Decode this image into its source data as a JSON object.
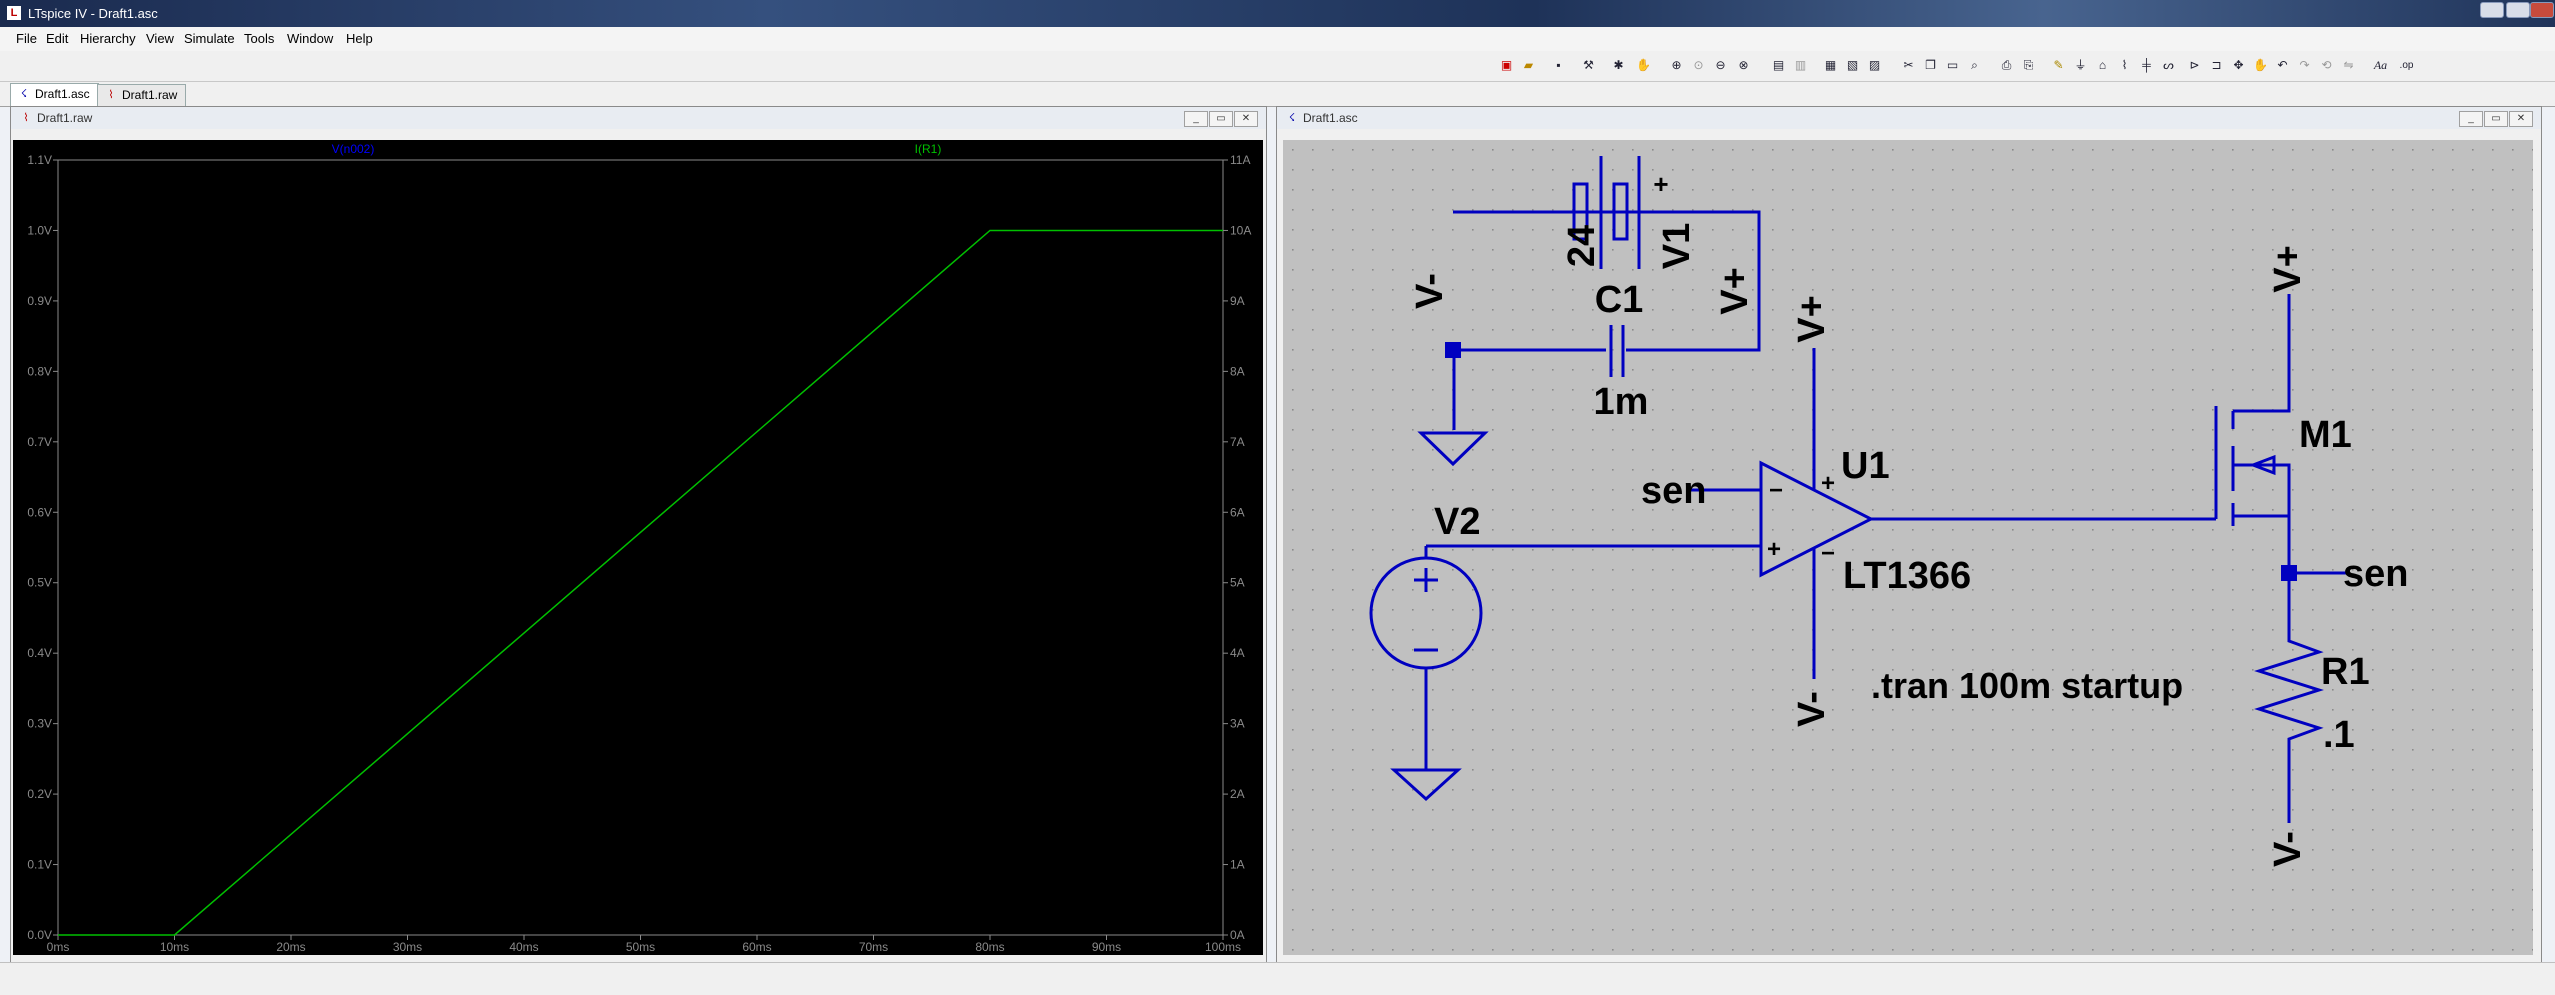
{
  "window": {
    "title": "LTspice IV - Draft1.asc",
    "app_icon": "ltspice-icon"
  },
  "menu": [
    "File",
    "Edit",
    "Hierarchy",
    "View",
    "Simulate",
    "Tools",
    "Window",
    "Help"
  ],
  "tabs": [
    {
      "label": "Draft1.asc",
      "icon": "schematic-icon",
      "active": true
    },
    {
      "label": "Draft1.raw",
      "icon": "waveform-icon",
      "active": false
    }
  ],
  "waveform_window": {
    "title": "Draft1.raw"
  },
  "schematic_window": {
    "title": "Draft1.asc"
  },
  "chart_data": {
    "type": "line",
    "title": "",
    "xlabel": "",
    "ylabel": "",
    "y2label": "",
    "x_ticks": [
      "0ms",
      "10ms",
      "20ms",
      "30ms",
      "40ms",
      "50ms",
      "60ms",
      "70ms",
      "80ms",
      "90ms",
      "100ms"
    ],
    "y_ticks": [
      "0.0V",
      "0.1V",
      "0.2V",
      "0.3V",
      "0.4V",
      "0.5V",
      "0.6V",
      "0.7V",
      "0.8V",
      "0.9V",
      "1.0V",
      "1.1V"
    ],
    "y2_ticks": [
      "0A",
      "1A",
      "2A",
      "3A",
      "4A",
      "5A",
      "6A",
      "7A",
      "8A",
      "9A",
      "10A",
      "11A"
    ],
    "xlim": [
      0,
      100
    ],
    "ylim": [
      0,
      1.1
    ],
    "y2lim": [
      0,
      11
    ],
    "legend_placement": "top",
    "background": "#000000",
    "grid": true,
    "series": [
      {
        "name": "V(n002)",
        "color": "#0000ff",
        "axis": "left",
        "x": [],
        "y": []
      },
      {
        "name": "I(R1)",
        "color": "#00c000",
        "axis": "right",
        "x": [
          0,
          10,
          80,
          100
        ],
        "y": [
          0,
          0,
          10,
          10
        ]
      }
    ]
  },
  "schematic": {
    "wire_color": "#0000c0",
    "labels": {
      "v1_value": "24",
      "v1_name": "V1",
      "plus": "+",
      "c1_name": "C1",
      "c1_value": "1m",
      "vminus_left": "V-",
      "vplus_c1": "V+",
      "u1_vplus": "V+",
      "u1_vminus": "V-",
      "u1_name": "U1",
      "u1_model": "LT1366",
      "u1_in_minus": "−",
      "u1_in_plus": "+",
      "u1_sup_plus": "+",
      "u1_sup_minus": "−",
      "sen_in": "sen",
      "sen_out": "sen",
      "v2_name": "V2",
      "m1_name": "M1",
      "m1_vplus": "V+",
      "r1_name": "R1",
      "r1_value": ".1",
      "r1_vminus": "V-",
      "directive": ".tran 100m startup"
    }
  }
}
